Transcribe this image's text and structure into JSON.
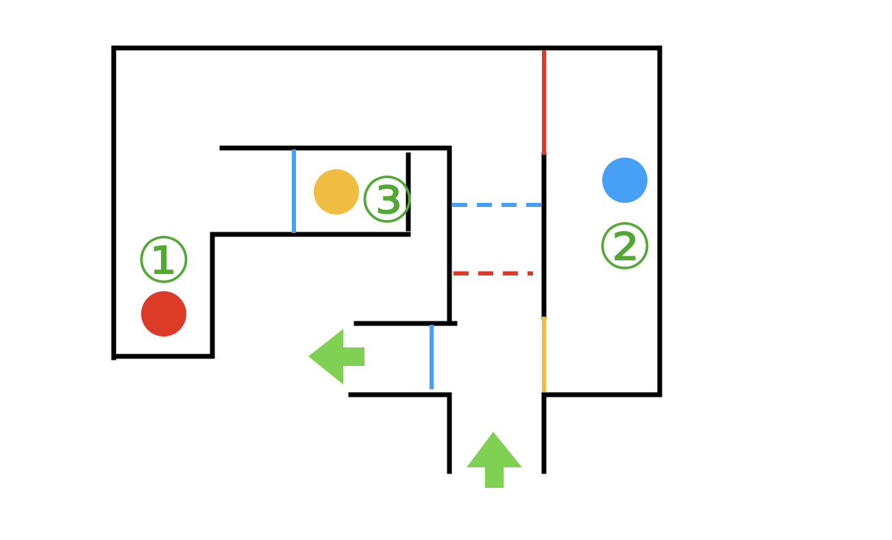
{
  "colors": {
    "wall": "#000000",
    "red": "#dc3b28",
    "blue": "#47a0f6",
    "yellow": "#f0bc41",
    "green_label": "#51a933",
    "green_arrow": "#80d153"
  },
  "rooms": [
    {
      "id": "room-1",
      "marker": "①",
      "ball_color": "red"
    },
    {
      "id": "room-2",
      "marker": "②",
      "ball_color": "blue"
    },
    {
      "id": "room-3",
      "marker": "③",
      "ball_color": "yellow"
    }
  ],
  "icons": {
    "entry": "up-arrow-icon",
    "exit": "left-arrow-icon"
  }
}
